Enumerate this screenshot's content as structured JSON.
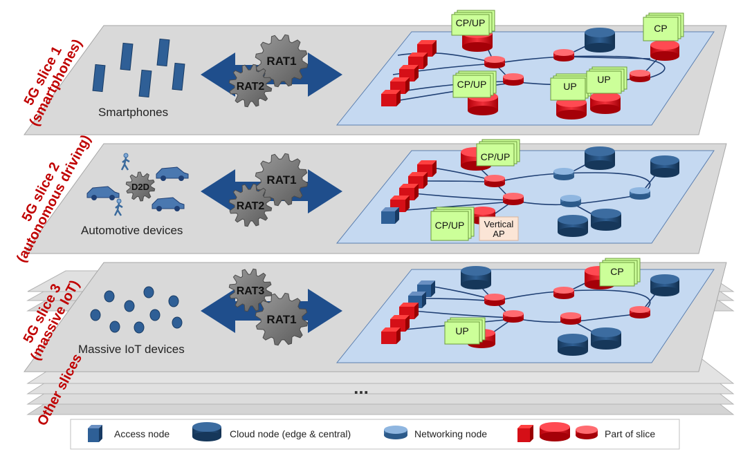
{
  "slices": [
    {
      "line1": "5G slice 1",
      "line2": "(smartphones)",
      "devices": "Smartphones",
      "rat_top": "RAT1",
      "rat_bottom": "RAT2"
    },
    {
      "line1": "5G slice 2",
      "line2": "(autonomous driving)",
      "devices": "Automotive devices",
      "rat_top": "RAT1",
      "rat_bottom": "RAT2",
      "d2d": "D2D"
    },
    {
      "line1": "5G slice 3",
      "line2": "(massive IoT)",
      "devices": "Massive IoT devices",
      "rat_top": "RAT3",
      "rat_bottom": "RAT1"
    }
  ],
  "other_slices": "Other slices",
  "ellipsis": "...",
  "tags": {
    "s1_cpup_top": "CP/UP",
    "s1_cp": "CP",
    "s1_cpup_mid": "CP/UP",
    "s1_up_a": "UP",
    "s1_up_b": "UP",
    "s2_cpup_top": "CP/UP",
    "s2_cpup_bot": "CP/UP",
    "s2_vertical_ap": "Vertical AP",
    "s3_cp": "CP",
    "s3_up": "UP"
  },
  "legend": {
    "access": "Access node",
    "cloud": "Cloud node (edge & central)",
    "networking": "Networking node",
    "part": "Part of slice"
  },
  "colors": {
    "slice_red": "#c00000",
    "node_red": "#e21b23",
    "node_blue": "#1f4e79",
    "arrow_blue": "#1f4e8c",
    "network_plane": "#c7d9f2",
    "slice_plane": "#d9d9d9",
    "tag_green": "#ccff99"
  }
}
